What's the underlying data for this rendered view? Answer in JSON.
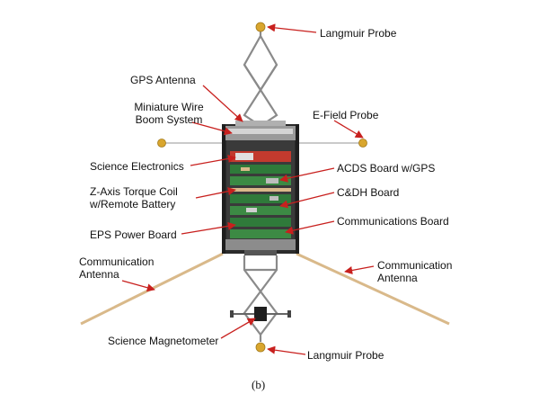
{
  "labels": {
    "langmuir_top": "Langmuir Probe",
    "gps_antenna": "GPS Antenna",
    "boom_line1": "Miniature Wire",
    "boom_line2": "Boom System",
    "efield": "E-Field Probe",
    "science_electronics": "Science Electronics",
    "acds": "ACDS Board w/GPS",
    "torque_line1": "Z-Axis Torque Coil",
    "torque_line2": "w/Remote Battery",
    "cdh": "C&DH Board",
    "comms_board": "Communications Board",
    "eps": "EPS Power Board",
    "comm_ant_left_line1": "Communication",
    "comm_ant_left_line2": "Antenna",
    "comm_ant_right_line1": "Communication",
    "comm_ant_right_line2": "Antenna",
    "magnetometer": "Science Magnetometer",
    "langmuir_bottom": "Langmuir Probe"
  },
  "caption": "(b)",
  "colors": {
    "arrow": "#c8201e",
    "probe_gold": "#d9a62e",
    "antenna_tan": "#d9b98a",
    "pcb_green": "#2f7a3a",
    "chassis": "#4a4a4a"
  }
}
